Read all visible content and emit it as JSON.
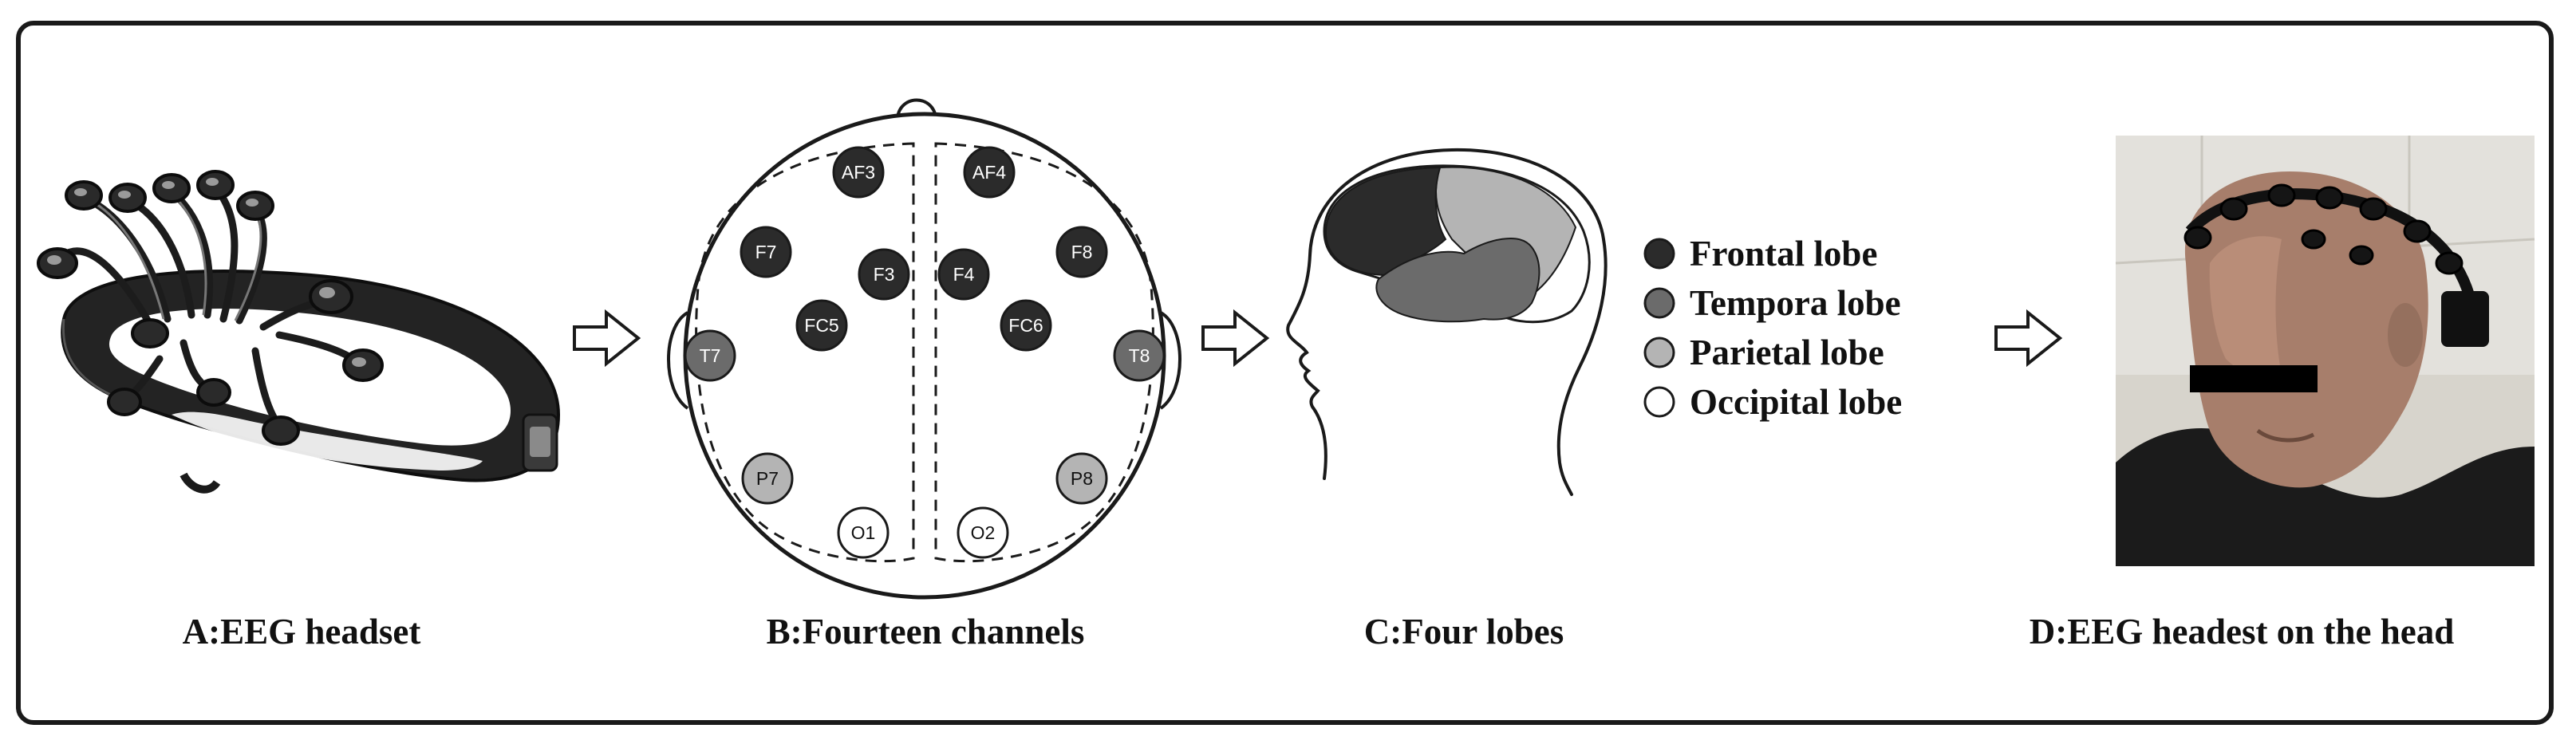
{
  "captions": {
    "a": "A:EEG headset",
    "b": "B:Fourteen channels",
    "c": "C:Four lobes",
    "d": "D:EEG headest on the head"
  },
  "colors": {
    "frontal": "#2b2b2b",
    "temporal": "#6b6b6b",
    "parietal": "#b4b4b4",
    "occipital": "#ffffff"
  },
  "legend": [
    {
      "label": "Frontal lobe",
      "lobe": "frontal"
    },
    {
      "label": "Tempora lobe",
      "lobe": "temporal"
    },
    {
      "label": "Parietal lobe",
      "lobe": "parietal"
    },
    {
      "label": "Occipital lobe",
      "lobe": "occipital"
    }
  ],
  "electrodes": [
    {
      "label": "AF3",
      "lobe": "frontal"
    },
    {
      "label": "AF4",
      "lobe": "frontal"
    },
    {
      "label": "F7",
      "lobe": "frontal"
    },
    {
      "label": "F3",
      "lobe": "frontal"
    },
    {
      "label": "F4",
      "lobe": "frontal"
    },
    {
      "label": "F8",
      "lobe": "frontal"
    },
    {
      "label": "FC5",
      "lobe": "frontal"
    },
    {
      "label": "FC6",
      "lobe": "frontal"
    },
    {
      "label": "T7",
      "lobe": "temporal"
    },
    {
      "label": "T8",
      "lobe": "temporal"
    },
    {
      "label": "P7",
      "lobe": "parietal"
    },
    {
      "label": "P8",
      "lobe": "parietal"
    },
    {
      "label": "O1",
      "lobe": "occipital"
    },
    {
      "label": "O2",
      "lobe": "occipital"
    }
  ]
}
